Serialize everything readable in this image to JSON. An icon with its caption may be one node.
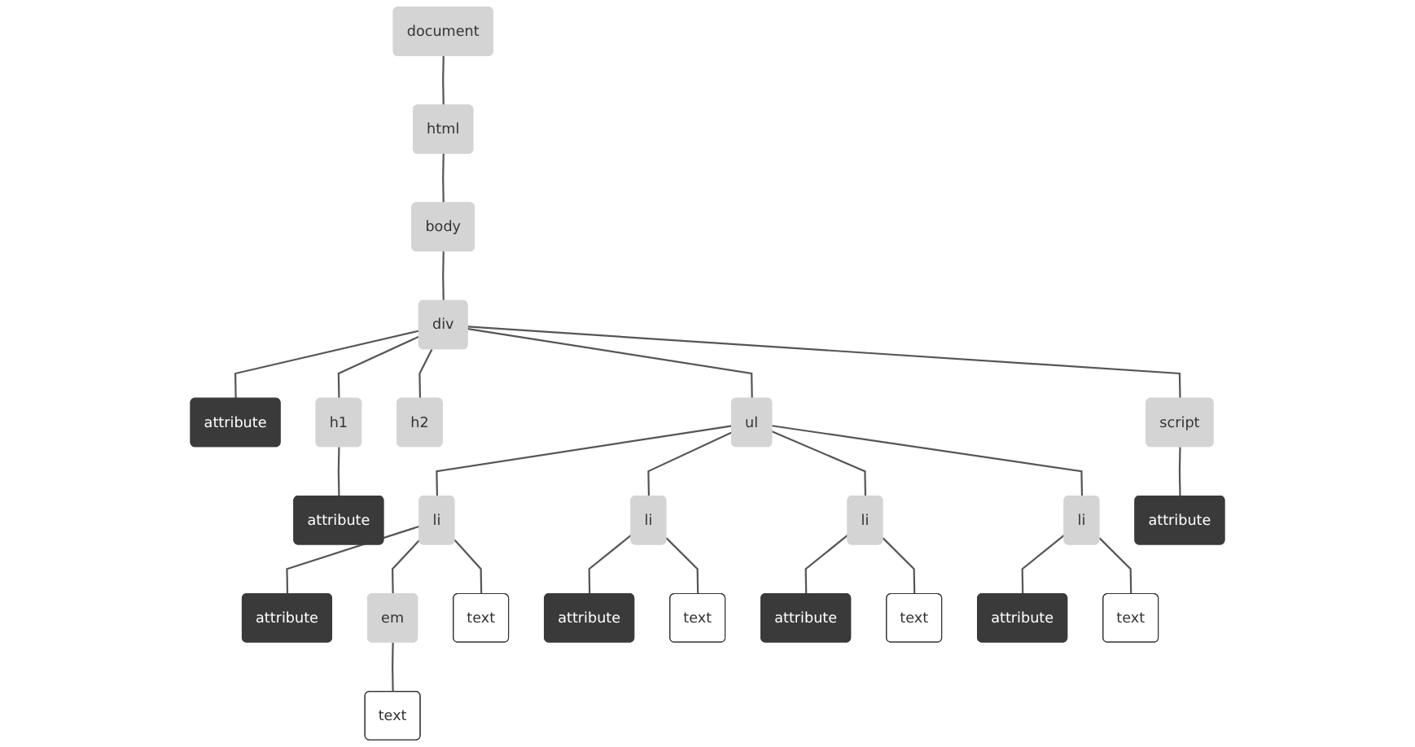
{
  "diagram": {
    "nodes": [
      {
        "text": [
          "document"
        ]
      },
      {
        "text": [
          "html"
        ]
      },
      {
        "text": [
          "body"
        ]
      },
      {
        "text": [
          "div"
        ]
      },
      {
        "text": [
          "attribute"
        ]
      },
      {
        "text": [
          "h1"
        ]
      },
      {
        "text": [
          "attribute"
        ]
      },
      {
        "text": [
          "h2"
        ]
      },
      {
        "text": [
          "ul"
        ]
      },
      {
        "text": [
          "script"
        ]
      },
      {
        "text": [
          "attribute"
        ]
      },
      {
        "text": [
          "li"
        ]
      },
      {
        "text": [
          "attribute"
        ]
      },
      {
        "text": [
          "li"
        ]
      },
      {
        "text": [
          "attribute"
        ]
      },
      {
        "text": [
          "li"
        ]
      },
      {
        "text": [
          "attribute"
        ]
      },
      {
        "text": [
          "li"
        ]
      },
      {
        "text": [
          "attribute"
        ]
      },
      {
        "text": [
          "em"
        ]
      },
      {
        "text": [
          "text"
        ]
      },
      {
        "text": [
          "text"
        ]
      },
      {
        "text": [
          "text"
        ]
      },
      {
        "text": [
          "text"
        ]
      },
      {
        "text": [
          "text"
        ]
      }
    ],
    "edges": [
      {
        "from": 0,
        "to": 1,
        "arrow": "none"
      },
      {
        "from": 1,
        "to": 2,
        "arrow": "none"
      },
      {
        "from": 2,
        "to": 3,
        "arrow": "none"
      },
      {
        "from": 3,
        "to": 4,
        "arrow": "none"
      },
      {
        "from": 3,
        "to": 5,
        "arrow": "none"
      },
      {
        "from": 3,
        "to": 7,
        "arrow": "none"
      },
      {
        "from": 3,
        "to": 8,
        "arrow": "none"
      },
      {
        "from": 3,
        "to": 9,
        "arrow": "none"
      },
      {
        "from": 5,
        "to": 6,
        "arrow": "none"
      },
      {
        "from": 9,
        "to": 10,
        "arrow": "none"
      },
      {
        "from": 8,
        "to": 11,
        "arrow": "none"
      },
      {
        "from": 8,
        "to": 13,
        "arrow": "none"
      },
      {
        "from": 8,
        "to": 15,
        "arrow": "none"
      },
      {
        "from": 8,
        "to": 17,
        "arrow": "none"
      },
      {
        "from": 11,
        "to": 12,
        "arrow": "none"
      },
      {
        "from": 13,
        "to": 14,
        "arrow": "none"
      },
      {
        "from": 15,
        "to": 16,
        "arrow": "none"
      },
      {
        "from": 17,
        "to": 18,
        "arrow": "none"
      },
      {
        "from": 11,
        "to": 19,
        "arrow": "none"
      },
      {
        "from": 11,
        "to": 20,
        "arrow": "none"
      },
      {
        "from": 13,
        "to": 21,
        "arrow": "none"
      },
      {
        "from": 15,
        "to": 22,
        "arrow": "none"
      },
      {
        "from": 17,
        "to": 23,
        "arrow": "none"
      },
      {
        "from": 19,
        "to": 24,
        "arrow": "none"
      }
    ]
  }
}
